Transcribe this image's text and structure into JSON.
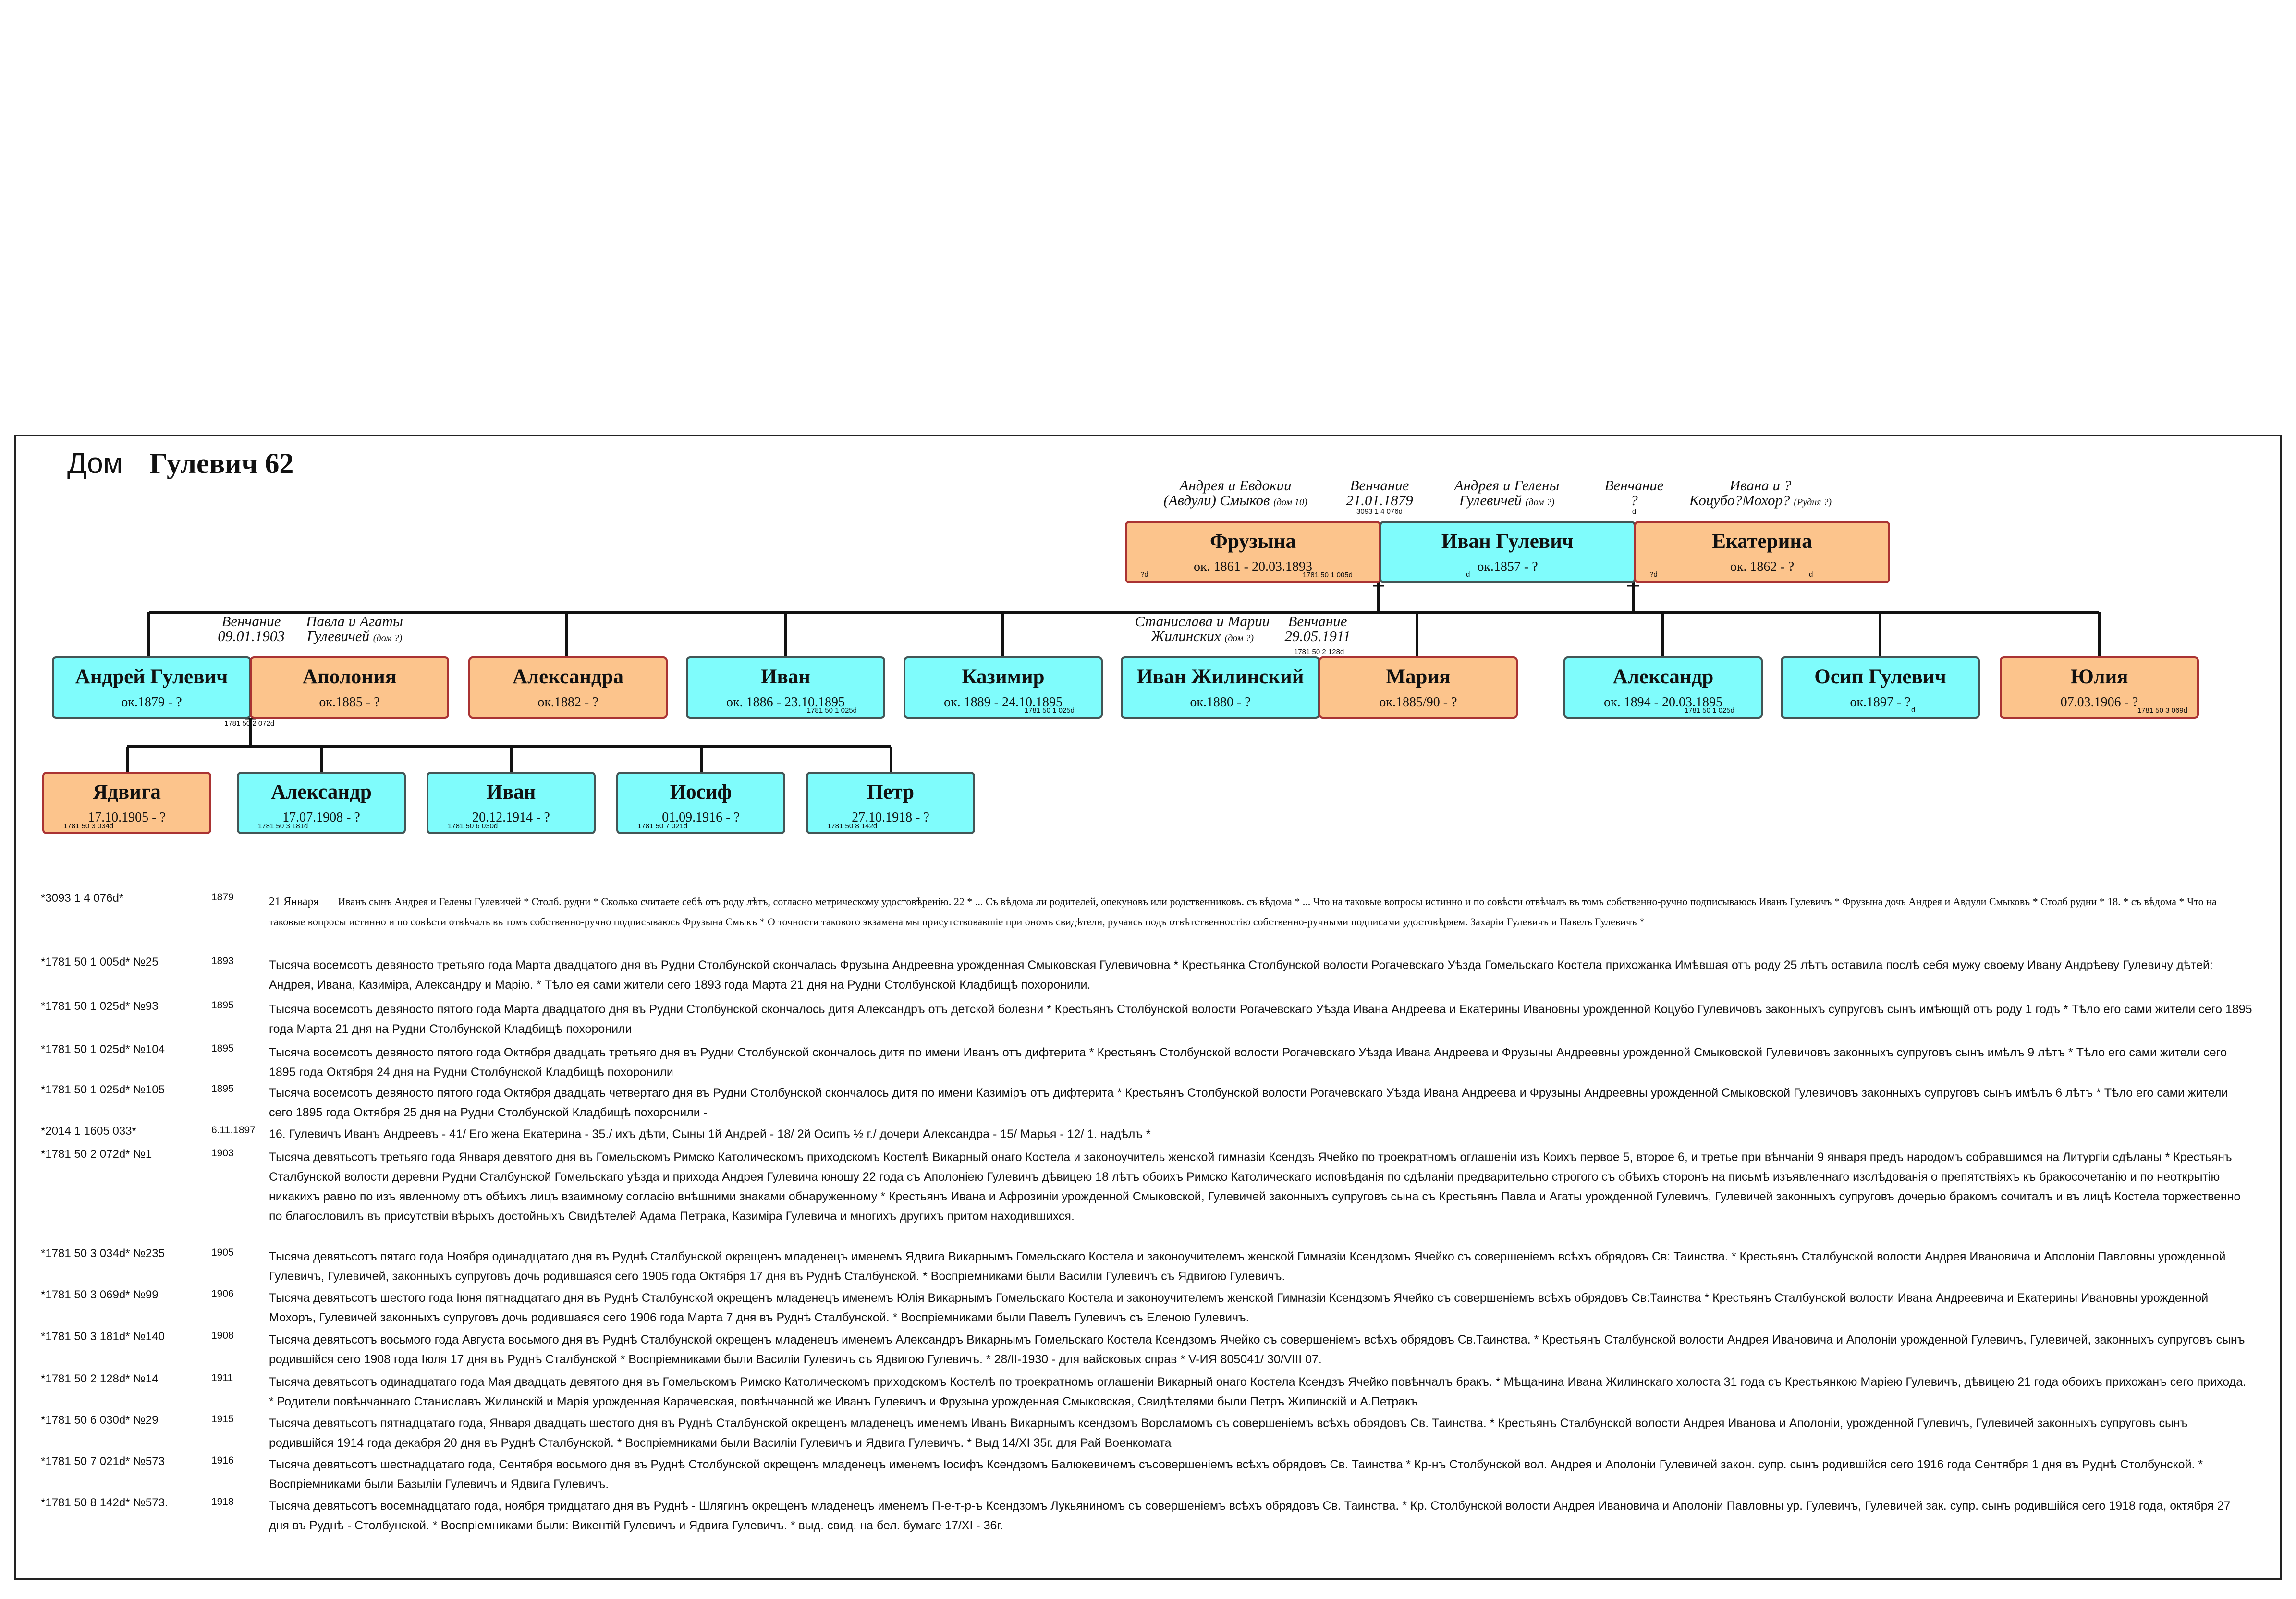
{
  "title": {
    "prefix": "Дом",
    "name": "Гулевич 62"
  },
  "people": [
    {
      "id": "fruzyna",
      "name": "Фрузына",
      "dates": "ок. 1861 - 20.03.1893",
      "ref": "1781 50 1 005d",
      "mark": "?d"
    },
    {
      "id": "ivan_gulevich",
      "name": "Иван Гулевич",
      "dates": "ок.1857 - ?",
      "mark": "d"
    },
    {
      "id": "ekaterina",
      "name": "Екатерина",
      "dates": "ок. 1862 - ?",
      "mark": "?d",
      "mark2": "d"
    },
    {
      "id": "andrei",
      "name": "Андрей Гулевич",
      "dates": "ок.1879 - ?",
      "ref": "1781 50 2 072d"
    },
    {
      "id": "apolonia",
      "name": "Аполония",
      "dates": "ок.1885 - ?"
    },
    {
      "id": "aleksandra",
      "name": "Александра",
      "dates": "ок.1882 - ?"
    },
    {
      "id": "ivan1",
      "name": "Иван",
      "dates": "ок. 1886 - 23.10.1895",
      "ref": "1781 50 1 025d"
    },
    {
      "id": "kazimir",
      "name": "Казимир",
      "dates": "ок. 1889 - 24.10.1895",
      "ref": "1781 50 1 025d"
    },
    {
      "id": "ivan_zhilinsky",
      "name": "Иван Жилинский",
      "dates": "ок.1880 - ?"
    },
    {
      "id": "maria",
      "name": "Мария",
      "dates": "ок.1885/90 - ?",
      "ref": "1781 50 2 128d"
    },
    {
      "id": "aleksandr1",
      "name": "Александр",
      "dates": "ок. 1894 - 20.03.1895",
      "ref": "1781 50 1 025d"
    },
    {
      "id": "osip",
      "name": "Осип Гулевич",
      "dates": "ок.1897 - ?",
      "mark": "d"
    },
    {
      "id": "yulia",
      "name": "Юлия",
      "dates": "07.03.1906 - ?",
      "ref": "1781 50 3 069d"
    },
    {
      "id": "yadviga",
      "name": "Ядвига",
      "dates": "17.10.1905 - ?",
      "ref": "1781 50 3 034d"
    },
    {
      "id": "aleksandr2",
      "name": "Александр",
      "dates": "17.07.1908 - ?",
      "ref": "1781 50 3 181d"
    },
    {
      "id": "ivan2",
      "name": "Иван",
      "dates": "20.12.1914 - ?",
      "ref": "1781 50 6 030d"
    },
    {
      "id": "iosif",
      "name": "Иосиф",
      "dates": "01.09.1916 - ?",
      "ref": "1781 50 7 021d"
    },
    {
      "id": "petr",
      "name": "Петр",
      "dates": "27.10.1918 - ?",
      "ref": "1781 50 8 142d"
    }
  ],
  "annotations": [
    {
      "id": "parents_fruzyna",
      "line1": "Андрея и Евдокии",
      "line2": "(Авдули) Смыков",
      "note": "(дом 10)"
    },
    {
      "id": "wedding1",
      "line1": "Венчание",
      "line2": "21.01.1879",
      "num": "3093 1 4 076d"
    },
    {
      "id": "parents_ivan",
      "line1": "Андрея и Гелены",
      "line2": "Гулевичей",
      "note": "(дом ?)"
    },
    {
      "id": "wedding2",
      "line1": "Венчание",
      "line2": "?",
      "num": "d"
    },
    {
      "id": "parents_ekaterina",
      "line1": "Ивана и ?",
      "line2": "Коцубо?Мохор?",
      "note": "(Рудня ?)"
    },
    {
      "id": "wedding_andrei",
      "line1": "Венчание",
      "line2": "09.01.1903"
    },
    {
      "id": "parents_apolonia",
      "line1": "Павла и Агаты",
      "line2": "Гулевичей",
      "note": "(дом ?)"
    },
    {
      "id": "parents_zhilinsky",
      "line1": "Станислава и Марии",
      "line2": "Жилинских",
      "note": "(дом ?)"
    },
    {
      "id": "wedding_maria",
      "line1": "Венчание",
      "line2": "29.05.1911"
    }
  ],
  "records": [
    {
      "id": "*3093 1 4 076d*",
      "year": "1879",
      "pre": "21 Января",
      "serif": true,
      "text": "Иванъ сынъ Андрея и Гелены Гулевичей * Столб. рудни * Сколько считаете себѣ отъ роду лѣтъ, согласно метрическому удостовѣренiю. 22 * ... Съ вѣдома ли родителей, опекуновъ или родственниковъ. съ вѣдома * ... Что на таковые вопросы истинно и по совѣсти отвѣчалъ въ томъ собственно-ручно подписываюсь Иванъ Гулевичъ * Фрузына дочь Андрея и Авдули Смыковъ * Столб рудни * 18. * съ вѣдома * Что на таковые вопросы истинно и по совѣсти отвѣчалъ въ томъ собственно-ручно подписываюсь Фрузына Смыкъ * О точности такового экзамена мы присутствовавшiе при ономъ свидѣтели, ручаясь подъ отвѣтственностiю собственно-ручными подписами удостовѣряем. Захарiи Гулевичъ и Павелъ Гулевичъ *"
    },
    {
      "id": "*1781 50 1 005d* №25",
      "year": "1893",
      "text": "Тысяча восемсотъ девяносто третьяго года Марта двадцатого дня въ Рудни Столбунской скончалась Фрузына Андреевна урожденная Смыковская Гулевичовна * Крестьянка Столбунской волости Рогачевскаго Уѣзда Гомельскаго Костела прихожанка Имѣвшая отъ роду 25 лѣтъ оставила послѣ себя мужу своему Ивану Андрѣеву Гулевичу дѣтей: Андрея, Ивана, Казимiра, Александру и Марiю. * Тѣло ея сами жители сего 1893 года Марта 21 дня на Рудни Столбунской Кладбищѣ похоронили."
    },
    {
      "id": "*1781 50 1 025d* №93",
      "year": "1895",
      "text": "Тысяча восемсотъ девяносто пятого года Марта двадцатого дня въ Рудни Столбунской скончалось дитя Александръ отъ детской болезни * Крестьянъ Столбунской волости Рогачевскаго Уѣзда Ивана Андреева и Екатерины Ивановны урожденной Коцубо Гулевичовъ законныхъ супруговъ сынъ имѣющiй отъ роду 1 годъ * Тѣло его сами жители сего 1895 года Марта 21 дня на Рудни Столбунской Кладбищѣ похоронили"
    },
    {
      "id": "*1781 50 1 025d* №104",
      "year": "1895",
      "text": "Тысяча восемсотъ девяносто пятого года Октября двадцать третьяго дня въ Рудни Столбунской скончалось дитя по имени Иванъ отъ дифтерита * Крестьянъ Столбунской волости Рогачевскаго Уѣзда Ивана Андреева и Фрузыны Андреевны урожденной Смыковской Гулевичовъ законныхъ супруговъ сынъ имѣлъ 9 лѣтъ * Тѣло его сами жители сего 1895 года Октября 24 дня на Рудни Столбунской Кладбищѣ похоронили"
    },
    {
      "id": "*1781 50 1 025d* №105",
      "year": "1895",
      "text": "Тысяча восемсотъ девяносто пятого года Октября двадцать четвертаго дня въ Рудни Столбунской скончалось дитя по имени Казимiръ отъ дифтерита * Крестьянъ Столбунской волости Рогачевскаго Уѣзда Ивана Андреева и Фрузыны Андреевны урожденной Смыковской Гулевичовъ законныхъ супруговъ сынъ имѣлъ 6 лѣтъ * Тѣло его сами жители сего 1895 года Октября 25 дня на Рудни Столбунской Кладбищѣ похоронили -"
    },
    {
      "id": "*2014 1 1605 033*",
      "year": "6.11.1897",
      "text": "16. Гулевичъ Иванъ Андреевъ - 41/ Его жена Екатерина - 35./ ихъ дѣти, Сыны 1й Андрей - 18/ 2й Осипъ ½ г./ дочери Александра - 15/ Марья - 12/ 1. надѣлъ *"
    },
    {
      "id": "*1781 50 2 072d* №1",
      "year": "1903",
      "text": "Тысяча девятьсотъ третьяго года Января девятого дня въ Гомельскомъ Римско Католическомъ приходскомъ Костелѣ Викарный онаго Костела и законоучитель женской гимназiи Ксендзъ Ячейко по троекратномъ оглашенiи изъ Коихъ первое 5, второе 6, и третье при вѣнчанiи 9 января предъ народомъ собравшимся на Литургiи сдѣланы * Крестьянъ Сталбунской волости деревни Рудни Сталбунской Гомельскаго уѣзда и прихода Андрея Гулевича юношу 22 года съ Аполонiею Гулевичъ дѣвицею 18 лѣтъ обоихъ Римско Католическаго исповѣданiя по сдѣланiи предварительно строгого съ обѣихъ сторонъ на письмѣ изъявленнаго изслѣдованiя о препятствiяхъ къ бракосочетанiю и по неоткрытiю никакихъ равно по изъ явленному отъ обѣихъ лицъ взаимному согласiю внѣшними знаками обнаруженному * Крестьянъ Ивана и Афрозинiи урожденной Смыковской, Гулевичей законныхъ супруговъ сына съ Крестьянъ Павла и Агаты урожденной Гулевичъ, Гулевичей законныхъ супруговъ дочерью бракомъ сочиталъ и въ лицѣ Костела торжественно по благословилъ въ присутствiи вѣрыхъ достойныхъ Свидѣтелей Адама Петрака, Казимiра Гулевича и многихъ другихъ притом находившихся."
    },
    {
      "id": "*1781 50 3 034d* №235",
      "year": "1905",
      "text": "Тысяча девятьсотъ пятаго года Ноября одинадцатаго дня въ Руднѣ Сталбунской окрещенъ младенецъ именемъ Ядвига Викарнымъ Гомельскаго Костела и законоучителемъ женской Гимназiи Ксендзомъ Ячейко съ совершенiемъ всѣхъ обрядовъ Св: Таинства. * Крестьянъ Сталбунской волости Андрея Ивановича и Аполонiи Павловны урожденной Гулевичъ, Гулевичей, законныхъ супруговъ дочь родившаяся сего 1905 года Октября 17 дня въ Руднѣ Сталбунской. * Воспрiемниками были Василiи Гулевичъ съ Ядвигою Гулевичъ."
    },
    {
      "id": "*1781 50 3 069d* №99",
      "year": "1906",
      "text": "Тысяча девятьсотъ шестого года Iюня пятнадцатаго дня въ Руднѣ Сталбунской окрещенъ младенецъ именемъ Юлiя Викарнымъ Гомельскаго Костела и законоучителемъ женской Гимназiи Ксендзомъ Ячейко съ совершенiемъ всѣхъ обрядовъ Св:Таинства * Крестьянъ Сталбунской волости Ивана Андреевича и Екатерины Ивановны урожденной Мохоръ, Гулевичей законныхъ супруговъ дочь родившаяся сего 1906 года Марта 7 дня въ Руднѣ Сталбунской. * Воспрiемниками были Павелъ Гулевичъ съ Еленою Гулевичъ."
    },
    {
      "id": "*1781 50 3 181d* №140",
      "year": "1908",
      "text": "Тысяча девятьсотъ восьмого года Августа восьмого дня въ Руднѣ Сталбунской окрещенъ младенецъ именемъ Александръ Викарнымъ Гомельскаго Костела Ксендзомъ Ячейко съ совершенiемъ всѣхъ обрядовъ Св.Таинства. * Крестьянъ Сталбунской волости Андрея Ивановича и Аполонiи урожденной Гулевичъ, Гулевичей, законныхъ супруговъ сынъ родившiйся сего 1908 года Iюля 17 дня въ Руднѣ Сталбунской * Воспрiемниками были Василiи Гулевичъ съ Ядвигою Гулевичъ. * 28/II-1930 - для вайсковых справ * V-ИЯ 805041/ 30/VIII 07."
    },
    {
      "id": "*1781 50 2 128d* №14",
      "year": "1911",
      "text": "Тысяча девятьсотъ одинадцатаго года Мая двадцать девятого дня въ Гомельскомъ Римско Католическомъ приходскомъ Костелѣ по троекратномъ оглашенiи Викарный онаго Костела Ксендзъ Ячейко повѣнчалъ бракъ. * Мѣщанина Ивана Жилинскаго холоста 31 года съ Крестьянкою Марiею Гулевичъ, дѣвицею 21 года обоихъ прихожанъ сего прихода. * Родители повѣнчаннаго Станиславъ Жилинскiй и Марiя урожденная Карачевская, повѣнчанной же Иванъ Гулевичъ и Фрузына урожденная Смыковская, Свидѣтелями были Петръ Жилинскiй и А.Петракъ"
    },
    {
      "id": "*1781 50 6 030d* №29",
      "year": "1915",
      "text": "Тысяча девятьсотъ пятнадцатаго года, Января двадцать шестого дня въ Руднѣ Сталбунской окрещенъ младенецъ именемъ Иванъ Викарнымъ ксендзомъ Ворсламомъ съ совершенiемъ всѣхъ обрядовъ Св. Таинства. * Крестьянъ Сталбунской волости Андрея Иванова и Аполонiи, урожденной Гулевичъ, Гулевичей законныхъ супруговъ сынъ родившiйся 1914 года декабря 20 дня въ Руднѣ Сталбунской. * Воспрiемниками были Василiи Гулевичъ и Ядвига Гулевичъ. * Выд 14/XI 35г. для Рай Военкомата"
    },
    {
      "id": "*1781 50 7 021d* №573",
      "year": "1916",
      "text": "Тысяча девятьсотъ шестнадцатаго года, Сентября восьмого дня въ Руднѣ Столбунской окрещенъ младенецъ именемъ Iосифъ Ксендзомъ Балюкевичемъ съсовершенiемъ всѣхъ обрядовъ Св. Таинства * Кр-нъ Столбунской вол. Андрея и Аполонiи Гулевичей закон. супр. сынъ родившiйся сего 1916 года Сентября 1 дня въ Руднѣ Столбунской. * Воспрiемниками были Базылiи Гулевичъ и Ядвига Гулевичъ."
    },
    {
      "id": "*1781 50 8 142d* №573.",
      "year": "1918",
      "text": "Тысяча девятьсотъ восемнадцатаго года, ноября тридцатаго дня въ Руднѣ - Шлягинъ окрещенъ младенецъ именемъ П-е-т-р-ъ Ксендзомъ Лукьяниномъ съ совершенiемъ всѣхъ обрядовъ Св. Таинства. * Кр. Столбунской волости Андрея Ивановича и Аполонiи Павловны ур. Гулевичъ, Гулевичей зак. супр. сынъ родившiйся сего 1918 года, октября 27 дня въ Руднѣ - Столбунской. * Воспрiемниками были: Викентiй Гулевичъ и Ядвига Гулевичъ. * выд. свид. на бел. бумаге 17/XI - 36г."
    }
  ]
}
